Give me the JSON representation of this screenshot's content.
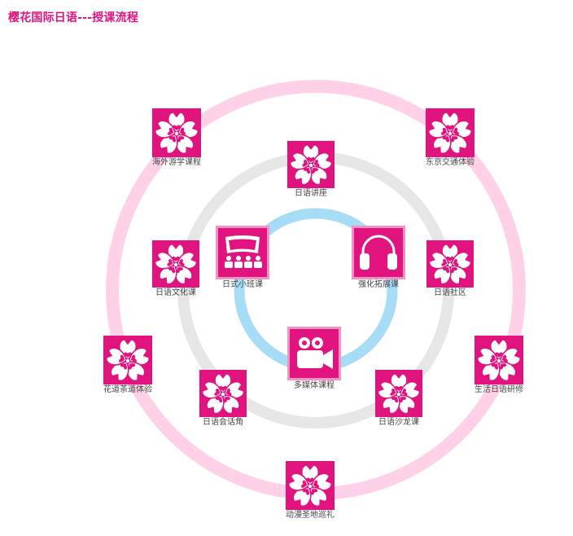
{
  "page": {
    "title": "樱花国际日语---授课流程"
  },
  "colors": {
    "brand": "#e0137f",
    "ring_outer": "#ffd1e8",
    "ring_middle": "#e6e6e6",
    "ring_inner": "#a6dcf5",
    "tile_border": "#f392c3"
  },
  "nodes": [
    {
      "id": "haiwai",
      "label": "海外游学课程",
      "icon": "sakura-icon"
    },
    {
      "id": "dongjing",
      "label": "东京交通体验",
      "icon": "sakura-icon"
    },
    {
      "id": "jiangzuo",
      "label": "日语讲座",
      "icon": "sakura-icon"
    },
    {
      "id": "xiaoban",
      "label": "日式小班课",
      "icon": "classroom-icon"
    },
    {
      "id": "qianghua",
      "label": "强化拓展课",
      "icon": "headphones-icon"
    },
    {
      "id": "wenhua",
      "label": "日语文化课",
      "icon": "sakura-icon"
    },
    {
      "id": "shequ",
      "label": "日语社区",
      "icon": "sakura-icon"
    },
    {
      "id": "duomeiti",
      "label": "多媒体课程",
      "icon": "video-camera-icon"
    },
    {
      "id": "huadao",
      "label": "花道茶道体验",
      "icon": "sakura-icon"
    },
    {
      "id": "shenghuo",
      "label": "生活日语研修",
      "icon": "sakura-icon"
    },
    {
      "id": "huihua",
      "label": "日语会话角",
      "icon": "sakura-icon"
    },
    {
      "id": "shalong",
      "label": "日语沙龙课",
      "icon": "sakura-icon"
    },
    {
      "id": "dongman",
      "label": "动漫圣地巡礼",
      "icon": "sakura-icon"
    }
  ]
}
